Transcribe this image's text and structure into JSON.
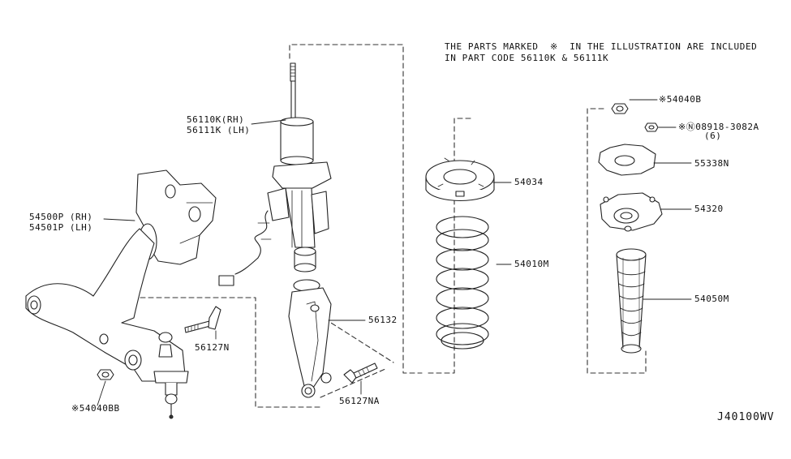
{
  "note": {
    "line1": "THE PARTS MARKED  ※  IN THE ILLUSTRATION ARE INCLUDED",
    "line2": "IN PART CODE 56110K & 56111K"
  },
  "labels": {
    "strut_rh": "56110K(RH)",
    "strut_lh": "56111K (LH)",
    "knuckle_rh": "54500P (RH)",
    "knuckle_lh": "54501P (LH)",
    "nut_54040b": "※54040B",
    "nut_08918": "※Ⓝ08918-3082A",
    "nut_08918_qty": "(6)",
    "insulator": "55338N",
    "spring_seat": "54034",
    "mount": "54320",
    "spring": "54010M",
    "bound_bumper": "54050M",
    "fork": "56132",
    "bolt_upper": "56127N",
    "bolt_lower": "56127NA",
    "nut_54040bb": "※54040BB"
  },
  "diagram_code": "J40100WV"
}
